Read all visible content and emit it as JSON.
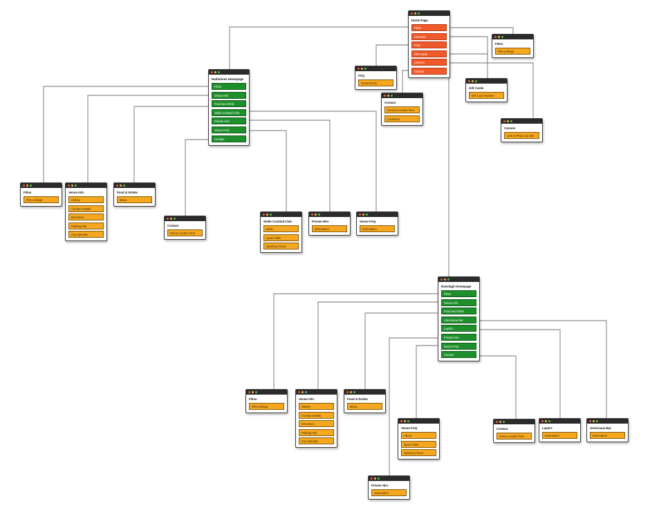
{
  "colors": {
    "page_item": "#f05a2b",
    "section_item": "#1f8f2c",
    "leaf_item": "#f5a81f",
    "window_bar": "#2b2b2b",
    "connector": "#6e6e6e"
  },
  "windows": [
    {
      "id": "home",
      "title": "Home Page",
      "style": "red",
      "items": [
        "Films",
        "Cinemas",
        "FAQ",
        "Gift Cards",
        "Careers",
        "Contact"
      ]
    },
    {
      "id": "films_top",
      "title": "Films",
      "style": "orange",
      "items": [
        "Film Listings"
      ]
    },
    {
      "id": "faq_top",
      "title": "FAQ",
      "style": "orange",
      "items": [
        "General Info"
      ]
    },
    {
      "id": "contact_top",
      "title": "Contact",
      "style": "orange",
      "items": [
        "General contact form",
        "Locations"
      ]
    },
    {
      "id": "giftcards",
      "title": "Gift Cards",
      "style": "orange",
      "items": [
        "Gift Card Options"
      ]
    },
    {
      "id": "careers",
      "title": "Careers",
      "style": "orange",
      "items": [
        "Link to Photo Up Site"
      ]
    },
    {
      "id": "rath_home",
      "title": "Rathmines Homepage",
      "style": "green",
      "items": [
        "Films",
        "Venue Info",
        "Food and Drink",
        "Stella Cocktail Club",
        "Private Hire",
        "Venue FAQ",
        "Contact"
      ]
    },
    {
      "id": "rath_films",
      "title": "Films",
      "style": "orange",
      "items": [
        "Film Listings"
      ]
    },
    {
      "id": "rath_venue",
      "title": "Venue Info",
      "style": "orange",
      "items": [
        "History",
        "Contact Details",
        "Directions",
        "Parking Info",
        "Any specials"
      ]
    },
    {
      "id": "rath_food",
      "title": "Food & Drinks",
      "style": "orange",
      "items": [
        "Menu"
      ]
    },
    {
      "id": "rath_contact",
      "title": "Contact",
      "style": "orange",
      "items": [
        "Venue contact form"
      ]
    },
    {
      "id": "rath_stella",
      "title": "Stella Cocktail Club",
      "style": "orange",
      "items": [
        "Book",
        "Open Table",
        "Opening Hours"
      ]
    },
    {
      "id": "rath_private",
      "title": "Private Hire",
      "style": "orange",
      "items": [
        "Information"
      ]
    },
    {
      "id": "rath_faq",
      "title": "Venue FAQ",
      "style": "orange",
      "items": [
        "Information"
      ]
    },
    {
      "id": "ran_home",
      "title": "Ranelagh Homepage",
      "style": "green",
      "items": [
        "Films",
        "Venue Info",
        "Food and Drink",
        "Americana Bar",
        "Layla's",
        "Private Hire",
        "Venue FAQ",
        "Contact"
      ]
    },
    {
      "id": "ran_films",
      "title": "Films",
      "style": "orange",
      "items": [
        "Film Listings"
      ]
    },
    {
      "id": "ran_venue",
      "title": "Venue Info",
      "style": "orange",
      "items": [
        "History",
        "Contact Details",
        "Directions",
        "Parking Info",
        "Any specials"
      ]
    },
    {
      "id": "ran_food",
      "title": "Food & Drinks",
      "style": "orange",
      "items": [
        "Menu"
      ]
    },
    {
      "id": "ran_faq",
      "title": "Venue FAQ",
      "style": "orange",
      "items": [
        "About",
        "Open Table",
        "Opening Hours"
      ]
    },
    {
      "id": "ran_contact",
      "title": "Contact",
      "style": "orange",
      "items": [
        "Venue contact form"
      ]
    },
    {
      "id": "ran_laylas",
      "title": "Layla's",
      "style": "orange",
      "items": [
        "Information"
      ]
    },
    {
      "id": "ran_americana",
      "title": "Americana Bar",
      "style": "orange",
      "items": [
        "Information"
      ]
    },
    {
      "id": "ran_private",
      "title": "Private Hire",
      "style": "orange",
      "items": [
        "Information"
      ]
    }
  ]
}
